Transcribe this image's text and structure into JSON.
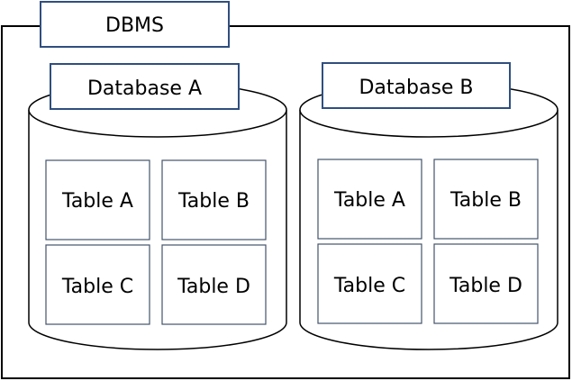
{
  "dbms": {
    "label": "DBMS"
  },
  "databases": [
    {
      "label": "Database  A",
      "tables": [
        "Table  A",
        "Table  B",
        "Table  C",
        "Table  D"
      ]
    },
    {
      "label": "Database  B",
      "tables": [
        "Table  A",
        "Table  B",
        "Table  C",
        "Table  D"
      ]
    }
  ],
  "colors": {
    "label_border": "#2f4f7f",
    "table_border": "#44546a",
    "outline": "#000000",
    "background": "#ffffff"
  }
}
